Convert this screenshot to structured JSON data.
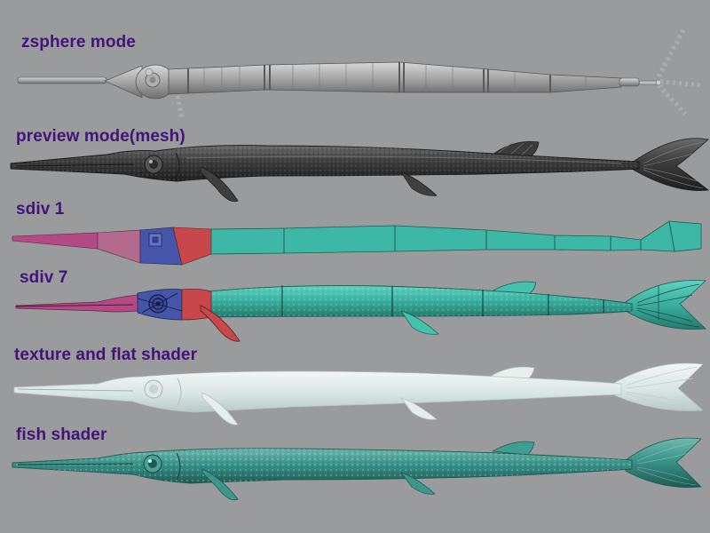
{
  "panels": [
    {
      "label": "zsphere mode"
    },
    {
      "label": "preview mode(mesh)"
    },
    {
      "label": "sdiv 1"
    },
    {
      "label": "sdiv 7"
    },
    {
      "label": "texture and flat shader"
    },
    {
      "label": "fish shader"
    }
  ],
  "colors": {
    "background": "#9a9b9c",
    "label_text": "#43137a",
    "zsphere_gray": "#a8a8a8",
    "mesh_dark": "#3e3e3e",
    "polygroup_teal": "#3db8a6",
    "polygroup_pink": "#b34a85",
    "polygroup_red": "#c8474b",
    "polygroup_blue": "#4555a8",
    "polygroup_mauve": "#b36a8c",
    "texture_pale": "#e2ece9",
    "fish_teal": "#3a958a"
  }
}
